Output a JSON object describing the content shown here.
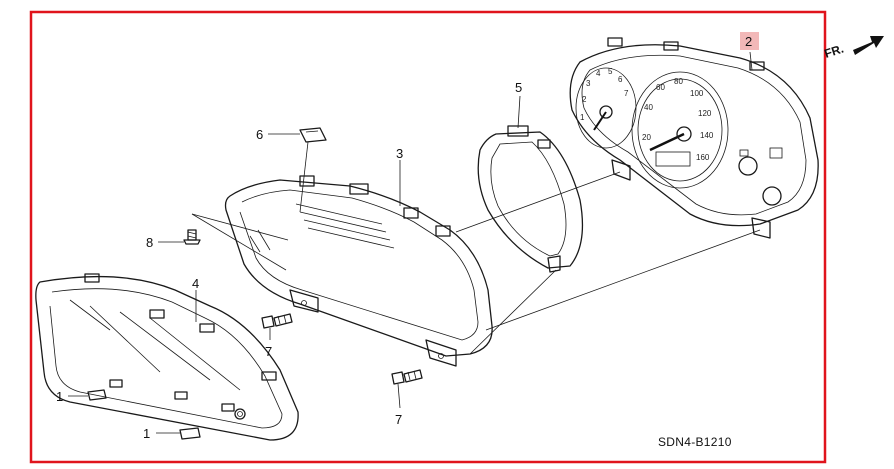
{
  "diagram": {
    "code": "SDN4-B1210",
    "direction_label": "FR.",
    "highlight_color": "#f2b8b8",
    "frame_color": "#e0141c",
    "callouts": [
      {
        "id": "c1a",
        "label": "1"
      },
      {
        "id": "c1b",
        "label": "1"
      },
      {
        "id": "c2",
        "label": "2"
      },
      {
        "id": "c3",
        "label": "3"
      },
      {
        "id": "c4",
        "label": "4"
      },
      {
        "id": "c5",
        "label": "5"
      },
      {
        "id": "c6",
        "label": "6"
      },
      {
        "id": "c7a",
        "label": "7"
      },
      {
        "id": "c7b",
        "label": "7"
      },
      {
        "id": "c8",
        "label": "8"
      }
    ],
    "gauge": {
      "speed_ticks": [
        "20",
        "40",
        "60",
        "80",
        "100",
        "120",
        "140",
        "160"
      ],
      "tach_ticks": [
        "1",
        "2",
        "3",
        "4",
        "5",
        "6",
        "7"
      ]
    }
  }
}
